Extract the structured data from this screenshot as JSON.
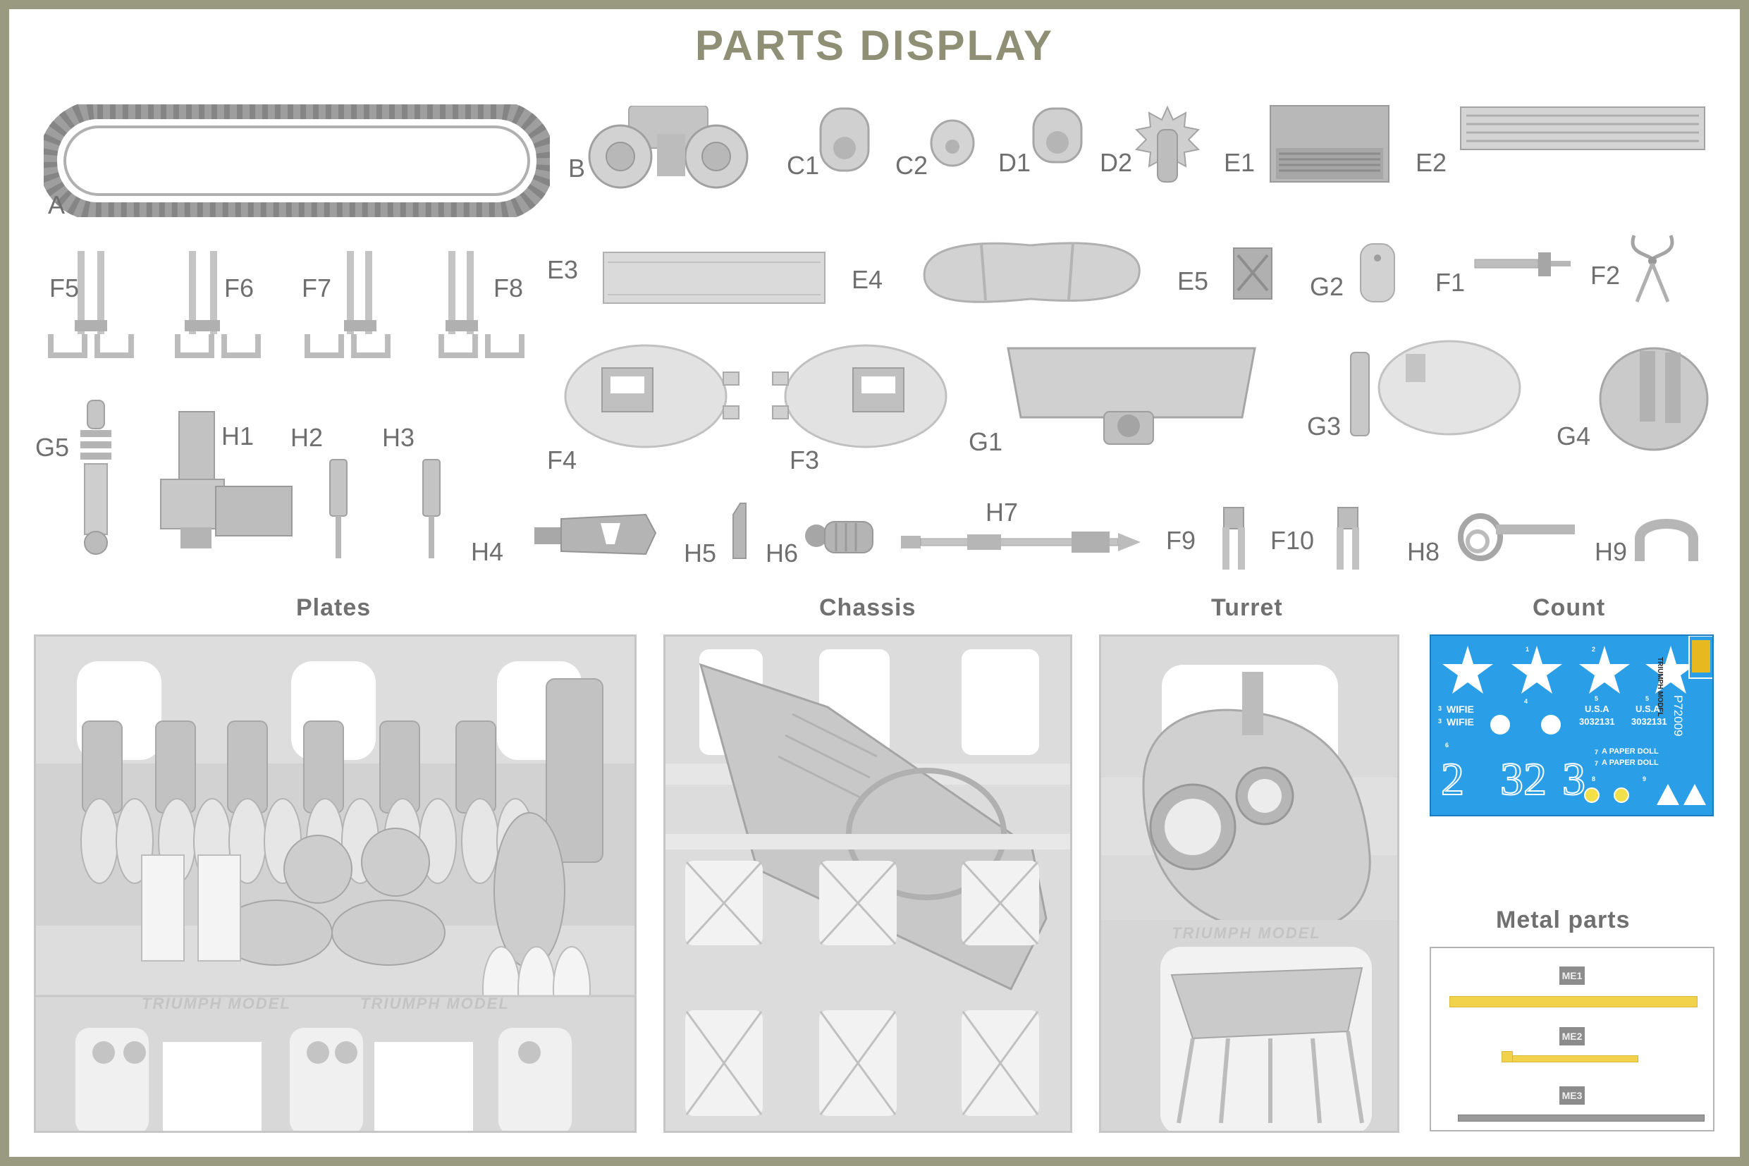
{
  "title": "PARTS DISPLAY",
  "part_labels": {
    "A": "A",
    "B": "B",
    "C1": "C1",
    "C2": "C2",
    "D1": "D1",
    "D2": "D2",
    "E1": "E1",
    "E2": "E2",
    "E3": "E3",
    "E4": "E4",
    "E5": "E5",
    "F1": "F1",
    "F2": "F2",
    "F3": "F3",
    "F4": "F4",
    "F5": "F5",
    "F6": "F6",
    "F7": "F7",
    "F8": "F8",
    "F9": "F9",
    "F10": "F10",
    "G1": "G1",
    "G2": "G2",
    "G3": "G3",
    "G4": "G4",
    "G5": "G5",
    "H1": "H1",
    "H2": "H2",
    "H3": "H3",
    "H4": "H4",
    "H5": "H5",
    "H6": "H6",
    "H7": "H7",
    "H8": "H8",
    "H9": "H9"
  },
  "sections": {
    "plates": "Plates",
    "chassis": "Chassis",
    "turret": "Turret",
    "count": "Count",
    "metal_parts": "Metal parts"
  },
  "decal": {
    "code": "P72009",
    "wifie_1": "WIFIE",
    "wifie_2": "WIFIE",
    "usa_1": "U.S.A",
    "usa_2": "U.S.A",
    "serial_1": "3032131",
    "serial_2": "3032131",
    "doll_1": "A PAPER DOLL",
    "doll_2": "A PAPER DOLL",
    "num_2": "2",
    "num_32": "32",
    "num_3": "3",
    "idx_1": "1",
    "idx_2": "2",
    "idx_3": "3",
    "idx_3b": "3",
    "idx_4": "4",
    "idx_5": "5",
    "idx_5b": "5",
    "idx_6": "6",
    "idx_7": "7",
    "idx_7b": "7",
    "idx_8": "8",
    "idx_9": "9",
    "brand": "TRIUMPH MODEL"
  },
  "metal": {
    "me1": "ME1",
    "me2": "ME2",
    "me3": "ME3"
  },
  "watermark": "TRIUMPH MODEL",
  "colors": {
    "frame": "#9a9a80",
    "title": "#8f8f76",
    "decal_bg": "#2a9ee6",
    "metal_bar": "#f2d24a",
    "part_gray": "#bdbdbd"
  }
}
